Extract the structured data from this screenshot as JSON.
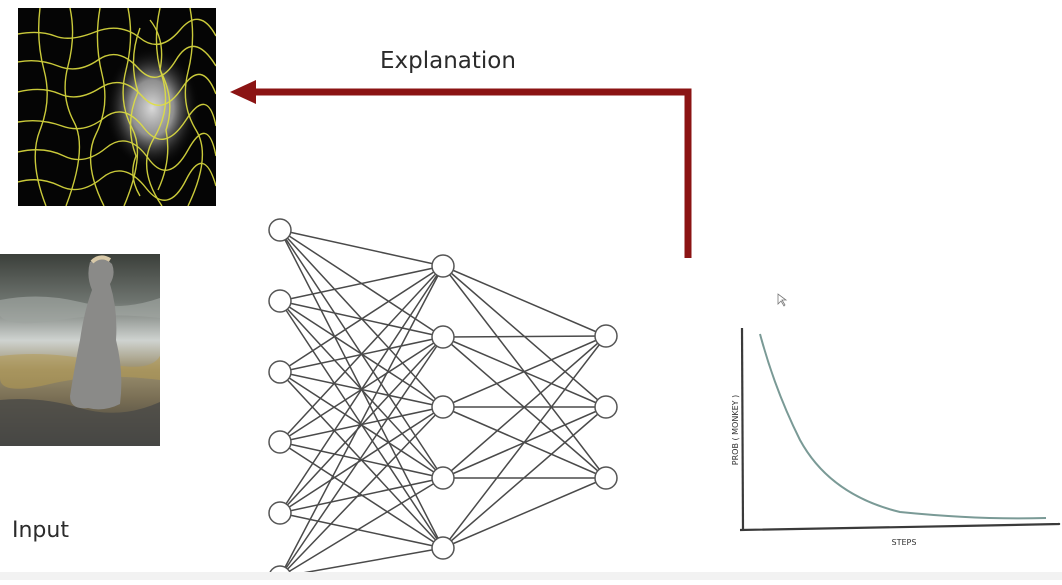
{
  "labels": {
    "explanation": "Explanation",
    "input": "Input",
    "plot_ylabel": "PROB ( MONKEY )",
    "plot_xlabel": "STEPS"
  },
  "network": {
    "layers": [
      6,
      5,
      3
    ]
  },
  "colors": {
    "arrow": "#8b1414",
    "node_stroke": "#555555",
    "edge": "#4a4a4a",
    "curve": "#7a9a96",
    "outline": "#e0e040"
  },
  "icons": [
    "cursor-icon"
  ]
}
